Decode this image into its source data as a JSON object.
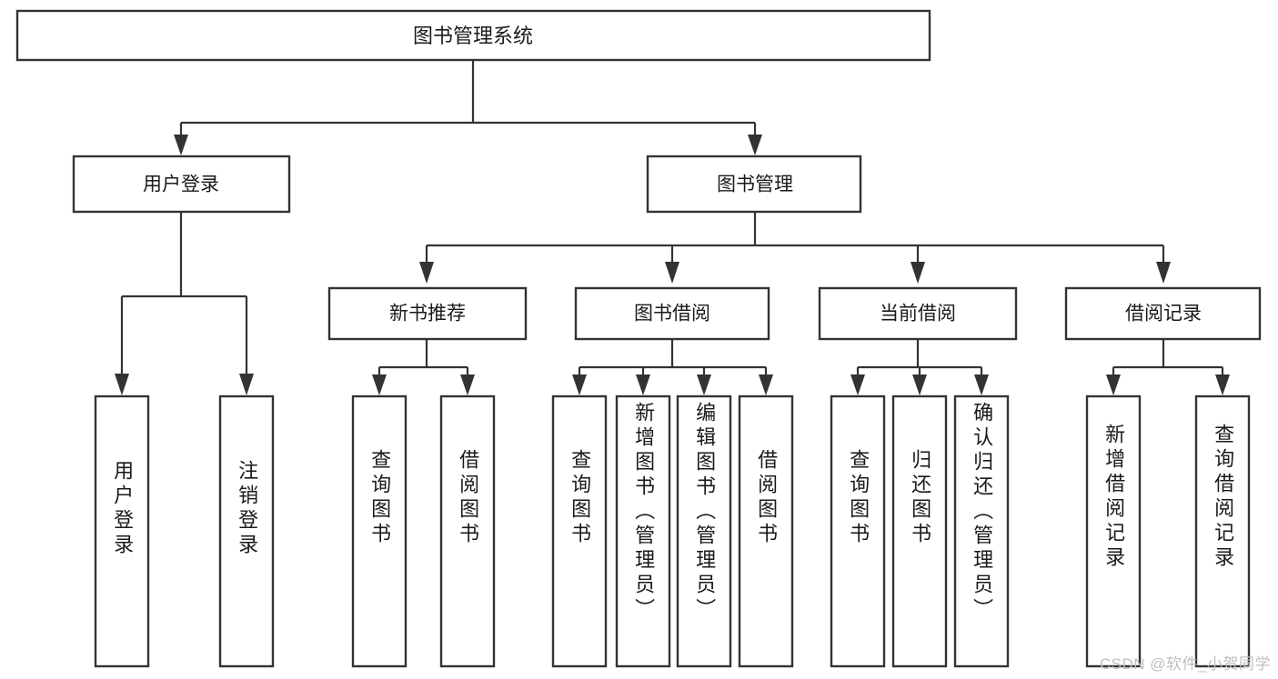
{
  "diagram": {
    "type": "tree-hierarchy",
    "title": "图书管理系统",
    "watermark": "CSDN @软件_小贺同学",
    "colors": {
      "background": "#ffffff",
      "stroke": "#333333",
      "text": "#1a1a1a",
      "watermark": "#bfbfbf"
    },
    "root": {
      "label": "图书管理系统"
    },
    "level2": [
      {
        "label": "用户登录"
      },
      {
        "label": "图书管理"
      }
    ],
    "level3": [
      {
        "label": "新书推荐"
      },
      {
        "label": "图书借阅"
      },
      {
        "label": "当前借阅"
      },
      {
        "label": "借阅记录"
      }
    ],
    "leaves": {
      "user_login": [
        {
          "label": "用户登录"
        },
        {
          "label": "注销登录"
        }
      ],
      "new_book_recommend": [
        {
          "label": "查询图书"
        },
        {
          "label": "借阅图书"
        }
      ],
      "book_borrow": [
        {
          "label": "查询图书"
        },
        {
          "label": "新增图书（管理员）"
        },
        {
          "label": "编辑图书（管理员）"
        },
        {
          "label": "借阅图书"
        }
      ],
      "current_borrow": [
        {
          "label": "查询图书"
        },
        {
          "label": "归还图书"
        },
        {
          "label": "确认归还（管理员）"
        }
      ],
      "borrow_record": [
        {
          "label": "新增借阅记录"
        },
        {
          "label": "查询借阅记录"
        }
      ]
    }
  }
}
